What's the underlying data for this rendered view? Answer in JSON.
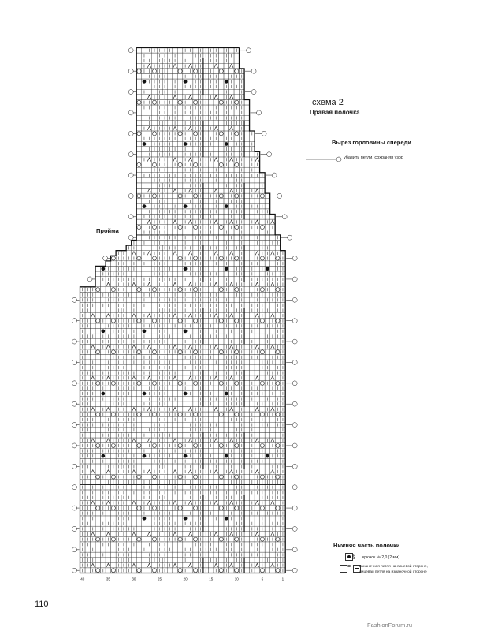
{
  "page": {
    "schema_title": "схема 2",
    "piece_title": "Правая полочка",
    "neckline_label": "Вырез горловины спереди",
    "neckline_note": "убавить петли, сохраняя узор",
    "armhole_label": "Пройма",
    "bottom_label": "Нижняя часть полочки",
    "page_number": "110",
    "watermark": "FashionForum.ru"
  },
  "legend": {
    "crochet": "крючок № 2,0 (2 мм)",
    "purl_line1": "изнаночная петля на лицевой стороне,",
    "purl_line2": "лицевая петля на изнаночной стороне"
  },
  "bottom_axis": [
    "40",
    "35",
    "30",
    "25",
    "20",
    "15",
    "10",
    "5",
    "1"
  ],
  "colors": {
    "ink": "#1a1a1a",
    "paper": "#ffffff",
    "watermark": "#7a7a7a"
  }
}
